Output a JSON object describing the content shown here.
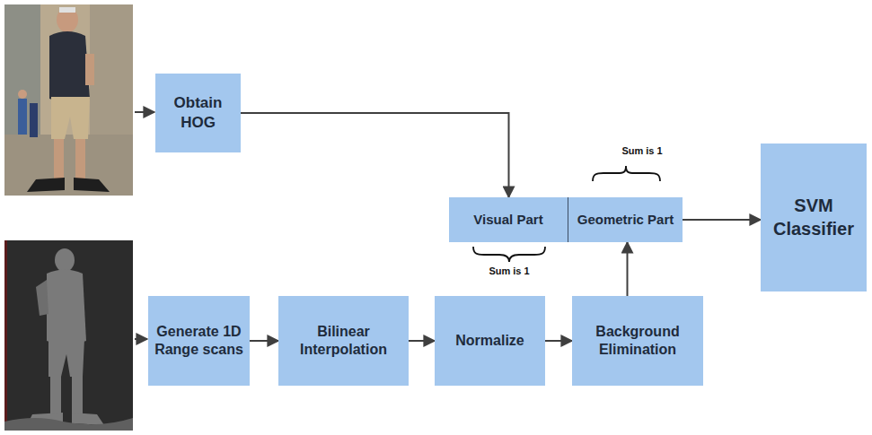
{
  "diagram": {
    "nodes": [
      {
        "text": [
          "Obtain HOG"
        ]
      },
      {
        "text": [
          "Generate 1D Range scans"
        ]
      },
      {
        "text": [
          "Bilinear Interpolation"
        ]
      },
      {
        "text": [
          "Normalize"
        ]
      },
      {
        "text": [
          "Background Elimination"
        ]
      },
      {
        "text": [
          "Visual Part"
        ]
      },
      {
        "text": [
          "Geometric Part"
        ]
      },
      {
        "text": [
          "SVM Classifier"
        ]
      }
    ],
    "edges": [
      {
        "from": 0,
        "to": 5,
        "arrow": "to"
      },
      {
        "from": 1,
        "to": 2,
        "arrow": "to"
      },
      {
        "from": 2,
        "to": 3,
        "arrow": "to"
      },
      {
        "from": 3,
        "to": 4,
        "arrow": "to"
      },
      {
        "from": 4,
        "to": 6,
        "arrow": "to"
      },
      {
        "from": 6,
        "to": 7,
        "arrow": "to"
      }
    ],
    "labels": [
      "Sum is 1",
      "Sum is 1"
    ]
  }
}
